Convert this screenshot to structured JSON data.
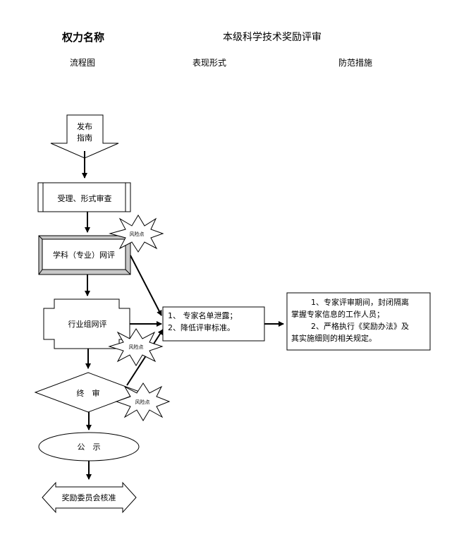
{
  "header": {
    "title_label": "权力名称",
    "title_value": "本级科学技术奖励评审",
    "columns": [
      "流程图",
      "表现形式",
      "防范措施"
    ]
  },
  "flow": {
    "start": [
      "发布",
      "指南"
    ],
    "accept": "受理、形式审查",
    "subject_review": "学科（专业）网评",
    "industry_review": "行业组网评",
    "final_review": "终　审",
    "publicity": "公　示",
    "approve": "奖励委员会核准"
  },
  "risk_label": "风险点",
  "manifestation": [
    "1、 专家名单泄露；",
    "2、降低评审标准。"
  ],
  "prevention": [
    "1、专家评审期间，封闭隔离",
    "掌握专家信息的工作人员；",
    "2、严格执行《奖励办法》及",
    "其实施细则的相关规定。"
  ]
}
